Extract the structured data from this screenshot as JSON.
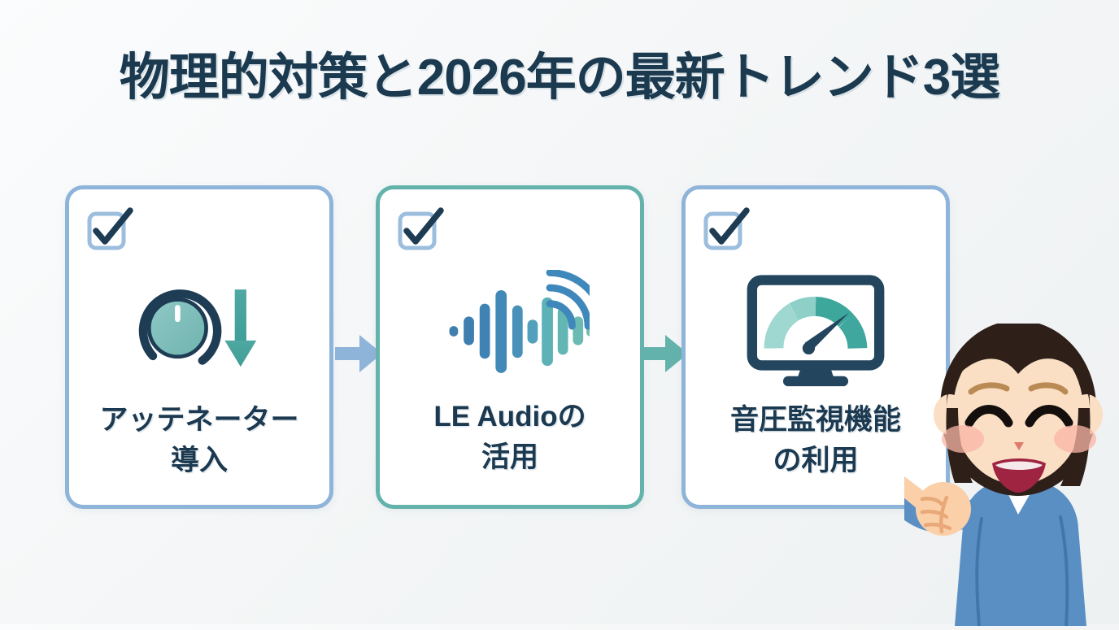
{
  "page": {
    "title": "物理的対策と2026年の最新トレンド3選",
    "background_color": "#f4f6f7",
    "title_color": "#1c3a4f"
  },
  "theme": {
    "card_border_blue": "#8fb4d9",
    "card_border_teal": "#63b3ac",
    "accent_teal": "#4aa9a2",
    "accent_blue": "#4a8cc0",
    "text_navy": "#1b3950",
    "card_background": "#ffffff"
  },
  "steps": [
    {
      "index": "1",
      "label_line1": "アッテネーター",
      "label_line2": "導入",
      "checkbox_checked": "true",
      "icon": "volume-knob-down-icon",
      "border_color": "#8fb4d9"
    },
    {
      "index": "2",
      "label_line1": "LE Audioの",
      "label_line2": "活用",
      "checkbox_checked": "true",
      "icon": "audio-waveform-wireless-icon",
      "border_color": "#63b3ac"
    },
    {
      "index": "3",
      "label_line1": "音圧監視機能",
      "label_line2": "の利用",
      "checkbox_checked": "true",
      "icon": "monitor-gauge-icon",
      "border_color": "#8fb4d9"
    }
  ],
  "connectors": [
    {
      "name": "arrow-step1-to-step2",
      "color": "#8fb4d9"
    },
    {
      "name": "arrow-step2-to-step3",
      "color": "#63b3ac"
    }
  ],
  "character": {
    "name": "pointing-woman-illustration",
    "hair_color": "#2e2019",
    "skin_color": "#fbdfc4",
    "clothing_color": "#5a8fc4",
    "gesture": "pointing-left-hand"
  }
}
